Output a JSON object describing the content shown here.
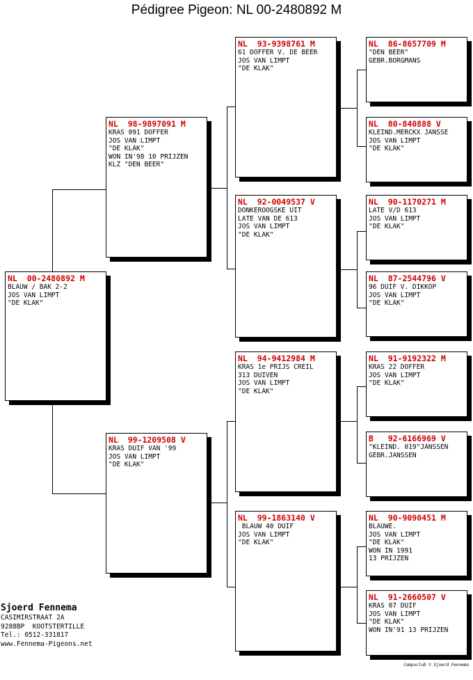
{
  "title": "Pédigree Pigeon: NL  00-2480892 M",
  "birds": [
    {
      "header": "NL  00-2480892 M",
      "lines": [
        "BLAUW / BAK 2-2",
        "JOS VAN LIMPT",
        "\"DE KLAK\""
      ]
    },
    {
      "header": "NL  98-9897091 M",
      "lines": [
        "KRAS 091 DOFFER",
        "JOS VAN LIMPT",
        "\"DE KLAK\"",
        "WON IN'98 10 PRIJZEN",
        "KLZ \"DEN BEER\""
      ]
    },
    {
      "header": "NL  99-1209508 V",
      "lines": [
        "KRAS DUIF VAN '99",
        "JOS VAN LIMPT",
        "\"DE KLAK\""
      ]
    },
    {
      "header": "NL  93-9398761 M",
      "lines": [
        "61 DOFFER V. DE BEER",
        "JOS VAN LIMPT",
        "\"DE KLAK\""
      ]
    },
    {
      "header": "NL  92-0049537 V",
      "lines": [
        "DONKEROOGSKE UIT",
        "LATE VAN DE 613",
        "JOS VAN LIMPT",
        "\"DE KLAK\""
      ]
    },
    {
      "header": "NL  94-9412984 M",
      "lines": [
        "KRAS 1e PRIJS CREIL",
        "313 DUIVEN",
        "JOS VAN LIMPT",
        "\"DE KLAK\""
      ]
    },
    {
      "header": "NL  99-1863140 V",
      "lines": [
        " BLAUW 40 DUIF",
        "JOS VAN LIMPT",
        "\"DE KLAK\""
      ]
    },
    {
      "header": "NL  86-8657709 M",
      "lines": [
        "\"DEN BEER\"",
        "GEBR.BORGMANS"
      ]
    },
    {
      "header": "NL  80-840888 V",
      "lines": [
        "KLEIND.MERCKX JANSSE",
        "JOS VAN LIMPT",
        "\"DE KLAK\""
      ]
    },
    {
      "header": "NL  90-1170271 M",
      "lines": [
        "LATE V/D 613",
        "JOS VAN LIMPT",
        "\"DE KLAK\""
      ]
    },
    {
      "header": "NL  87-2544796 V",
      "lines": [
        "96 DUIF V. DIKKOP",
        "JOS VAN LIMPT",
        "\"DE KLAK\""
      ]
    },
    {
      "header": "NL  91-9192322 M",
      "lines": [
        "KRAS 22 DOFFER",
        "JOS VAN LIMPT",
        "\"DE KLAK\""
      ]
    },
    {
      "header": "B   92-6166969 V",
      "lines": [
        "\"KLEIND. 019\"JANSSEN",
        "GEBR.JANSSEN"
      ]
    },
    {
      "header": "NL  90-9090451 M",
      "lines": [
        "BLAUWE.",
        "JOS VAN LIMPT",
        "\"DE KLAK\"",
        "WON IN 1991",
        "13 PRIJZEN"
      ]
    },
    {
      "header": "NL  91-2660507 V",
      "lines": [
        "KRAS 07 DUIF",
        "JOS VAN LIMPT",
        "\"DE KLAK\"",
        "WON IN'91 13 PRIJZEN"
      ]
    }
  ],
  "breeder": {
    "name": "Sjoerd Fennema",
    "address": "CASIMIRSTRAAT 2A",
    "city": "9288BP  KOOTSTERTILLE",
    "phone": "Tel.: 0512-331817",
    "website": "www.Fennema-Pigeons.net"
  },
  "credit": "Compuclub © Sjoerd Fennema"
}
